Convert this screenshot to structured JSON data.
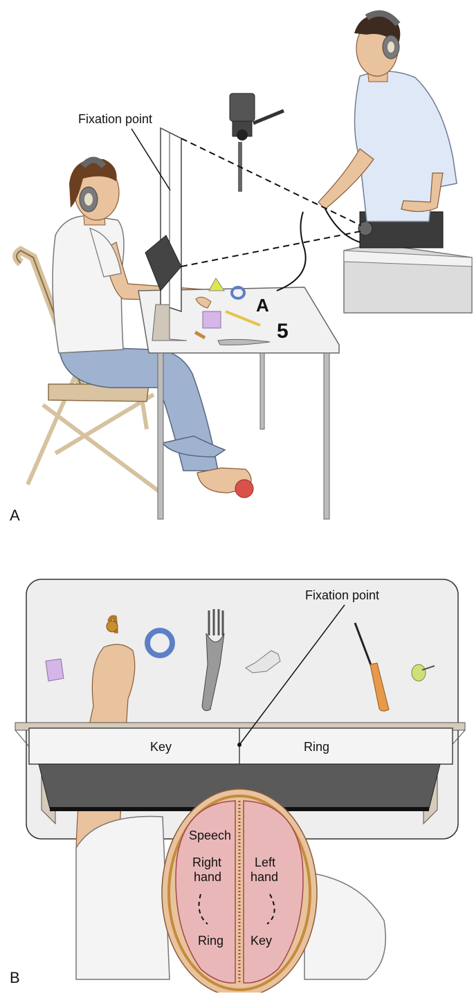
{
  "panel_a": {
    "letter": "A",
    "fixation_label": "Fixation point"
  },
  "panel_b": {
    "letter": "B",
    "fixation_label": "Fixation point",
    "screen_left_word": "Key",
    "screen_right_word": "Ring",
    "brain": {
      "speech": "Speech",
      "right_line1": "Right",
      "right_line2": "hand",
      "left_line1": "Left",
      "left_line2": "hand",
      "bottom_left": "Ring",
      "bottom_right": "Key"
    }
  },
  "colors": {
    "skin": "#e8c39e",
    "shirt_white": "#f4f4f4",
    "shirt_blue": "#dfe8f6",
    "jeans": "#9fb2cf",
    "hair": "#6b3f1f",
    "headphones": "#7a7a7a",
    "brain_fill": "#e9b7b8",
    "brain_outline": "#c58b3c",
    "panel_gray": "#eeeeee",
    "screen_dark": "#5a5a5a"
  }
}
